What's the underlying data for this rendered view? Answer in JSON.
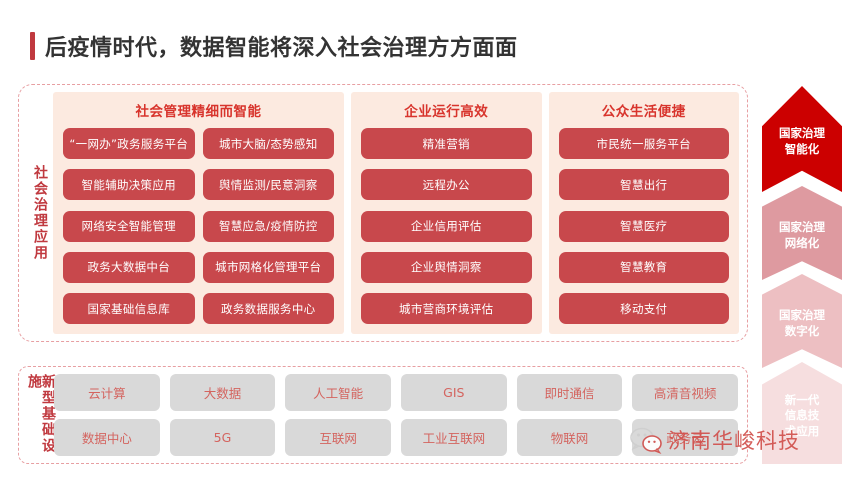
{
  "page": {
    "title": "后疫情时代，数据智能将深入社会治理方方面面",
    "accent_color": "#C0393F"
  },
  "applications_section": {
    "side_label": "社会治理应用",
    "groups": [
      {
        "title": "社会管理精细而智能",
        "columns": [
          [
            "“一网办”政务服务平台",
            "智能辅助决策应用",
            "网络安全智能管理",
            "政务大数据中台",
            "国家基础信息库"
          ],
          [
            "城市大脑/态势感知",
            "舆情监测/民意洞察",
            "智慧应急/疫情防控",
            "城市网格化管理平台",
            "政务数据服务中心"
          ]
        ]
      },
      {
        "title": "企业运行高效",
        "columns": [
          [
            "精准营销",
            "远程办公",
            "企业信用评估",
            "企业舆情洞察",
            "城市营商环境评估"
          ]
        ]
      },
      {
        "title": "公众生活便捷",
        "columns": [
          [
            "市民统一服务平台",
            "智慧出行",
            "智慧医疗",
            "智慧教育",
            "移动支付"
          ]
        ]
      }
    ],
    "card_color": "#C8484C",
    "panel_bg": "#FCEAE0",
    "title_color": "#D8342C"
  },
  "infrastructure_section": {
    "side_label": "新型基础设施",
    "items": [
      "云计算",
      "大数据",
      "人工智能",
      "GIS",
      "即时通信",
      "高清音视频",
      "数据中心",
      "5G",
      "互联网",
      "工业互联网",
      "物联网",
      "政务云"
    ],
    "pill_color": "#D9D9D9",
    "pill_text_color": "#D4645F"
  },
  "maturity_arrow": {
    "segments": [
      {
        "label": "国家治理\n智能化",
        "color": "#CC0000"
      },
      {
        "label": "国家治理\n网络化",
        "color": "#DE9AA0"
      },
      {
        "label": "国家治理\n数字化",
        "color": "#EDBFC2"
      },
      {
        "label": "新一代\n信息技\n术应用",
        "color": "#F6DEDF"
      }
    ]
  },
  "watermark": {
    "icon": "wechat-icon",
    "text": "济南华峻科技",
    "color": "#D1504C"
  }
}
